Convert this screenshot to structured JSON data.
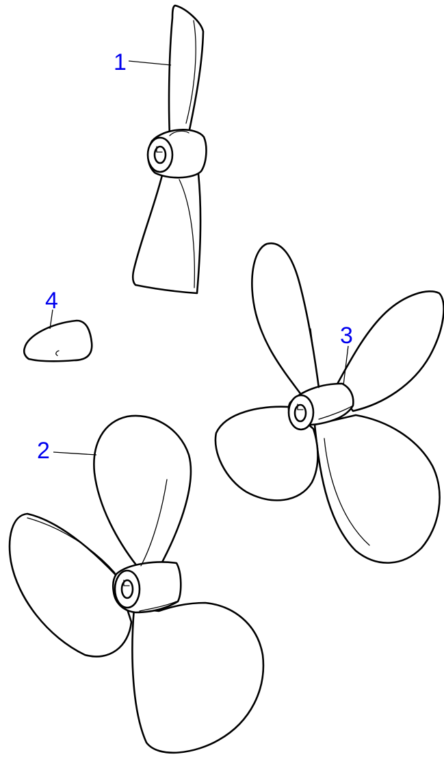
{
  "callouts": [
    {
      "id": "1",
      "label": "1"
    },
    {
      "id": "2",
      "label": "2"
    },
    {
      "id": "3",
      "label": "3"
    },
    {
      "id": "4",
      "label": "4"
    }
  ],
  "colors": {
    "callout_text": "#0000ee",
    "line_art": "#000000",
    "background": "#ffffff"
  }
}
